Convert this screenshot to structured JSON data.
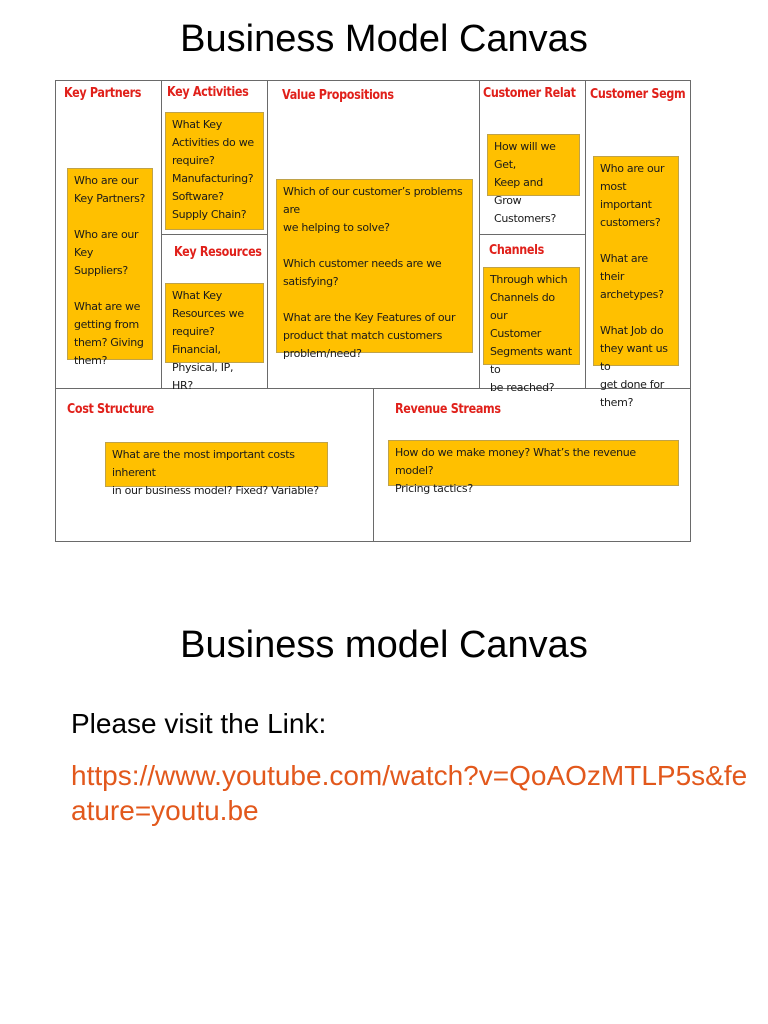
{
  "title_top": "Business Model Canvas",
  "title_bottom": "Business model Canvas",
  "canvas": {
    "key_partners": {
      "heading": "Key Partners",
      "note": "Who are our\nKey Partners?\n\nWho are our\nKey Suppliers?\n\nWhat are we\ngetting from\nthem? Giving\nthem?"
    },
    "key_activities": {
      "heading": "Key Activities",
      "note": "What Key\nActivities do we\nrequire?\nManufacturing?\nSoftware?\nSupply Chain?"
    },
    "key_resources": {
      "heading": "Key Resources",
      "note": "What Key\nResources we\nrequire? Financial,\nPhysical, IP, HR?"
    },
    "value_propositions": {
      "heading": "Value Propositions",
      "note": "Which of our customer’s problems are\nwe helping to solve?\n\nWhich customer needs are we\nsatisfying?\n\nWhat are the Key Features of our\nproduct that match customers\nproblem/need?"
    },
    "customer_relationships": {
      "heading": "Customer Relat",
      "note": "How will we Get,\nKeep and Grow\nCustomers?"
    },
    "channels": {
      "heading": "Channels",
      "note": "Through which\nChannels do our\nCustomer\nSegments want to\nbe reached?"
    },
    "customer_segments": {
      "heading": "Customer Segm",
      "note": "Who are our\nmost important\ncustomers?\n\nWhat are their\narchetypes?\n\nWhat Job do\nthey want us to\nget done for\nthem?"
    },
    "cost_structure": {
      "heading": "Cost Structure",
      "note": "What are the most important costs inherent\nin our business model? Fixed? Variable?"
    },
    "revenue_streams": {
      "heading": "Revenue Streams",
      "note": "How do we make money? What’s the revenue model?\nPricing tactics?"
    }
  },
  "visit_text": "Please visit the Link:",
  "link": {
    "url": "https://www.youtube.com/watch?v=QoAOzMTLP5s&feature=youtu.be"
  },
  "colors": {
    "heading_red": "#e0201a",
    "note_yellow": "#ffc000",
    "link_orange": "#e2581c"
  }
}
